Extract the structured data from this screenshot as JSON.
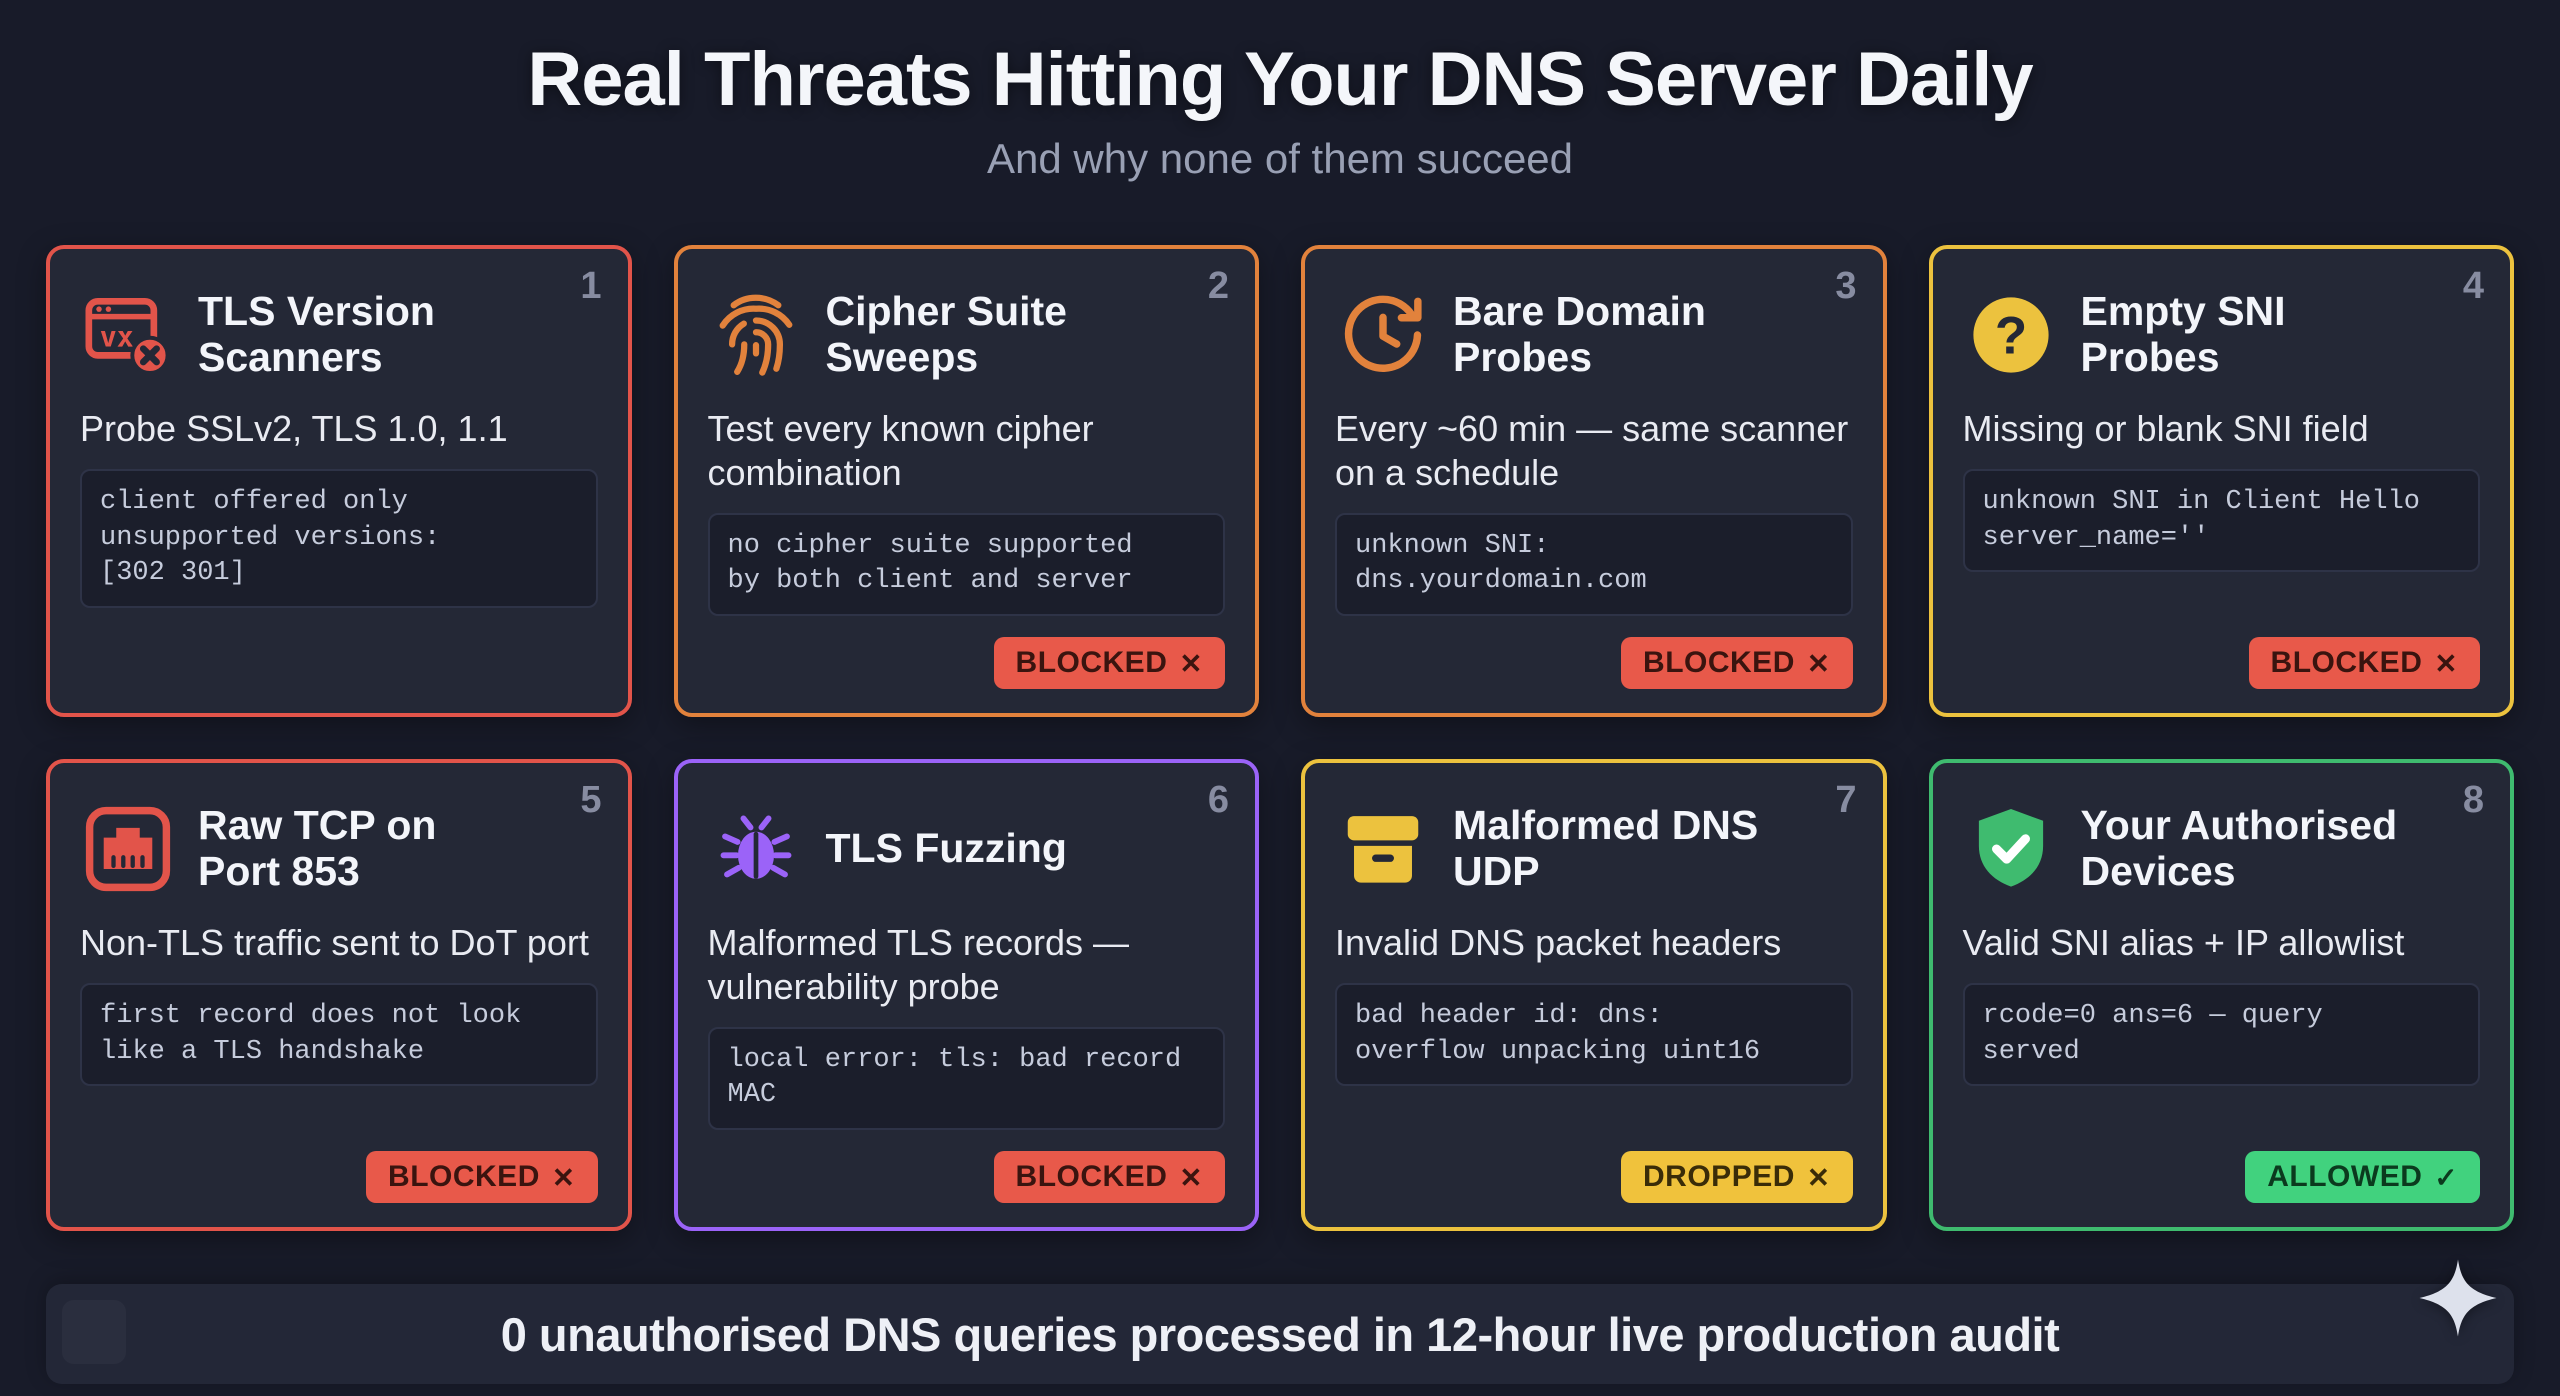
{
  "theme": {
    "background": "#181b29",
    "card_background": "#242836",
    "code_background": "#1b1e2b",
    "blocked_color": "#e8594a",
    "dropped_color": "#f0c23c",
    "allowed_color": "#41d27e"
  },
  "header": {
    "title": "Real Threats Hitting Your DNS Server Daily",
    "subtitle": "And why none of them succeed"
  },
  "cards": [
    {
      "number": "1",
      "icon": "tls-scanner-window-icon",
      "icon_text": "vx",
      "accent": "#e2544a",
      "title": "TLS Version\nScanners",
      "description": "Probe SSLv2, TLS 1.0, 1.1",
      "code": "client offered only\nunsupported versions:\n[302 301]"
    },
    {
      "number": "2",
      "icon": "fingerprint-icon",
      "accent": "#e2823c",
      "title": "Cipher Suite\nSweeps",
      "description": "Test every known cipher combination",
      "code": "no cipher suite supported\nby both client and server",
      "badge": {
        "label": "BLOCKED",
        "glyph": "✕",
        "bg": "#e8594a",
        "fg": "#3a140f"
      }
    },
    {
      "number": "3",
      "icon": "clock-history-icon",
      "accent": "#e2823c",
      "title": "Bare Domain\nProbes",
      "description": "Every ~60 min — same scanner on a schedule",
      "code": "unknown SNI:\ndns.yourdomain.com",
      "badge": {
        "label": "BLOCKED",
        "glyph": "✕",
        "bg": "#e8594a",
        "fg": "#3a140f"
      }
    },
    {
      "number": "4",
      "icon": "question-mark-icon",
      "icon_text": "?",
      "accent": "#ecc23e",
      "title": "Empty SNI\nProbes",
      "description": "Missing or blank SNI field",
      "code": "unknown SNI in Client Hello\nserver_name=''",
      "badge": {
        "label": "BLOCKED",
        "glyph": "✕",
        "bg": "#e8594a",
        "fg": "#3a140f"
      }
    },
    {
      "number": "5",
      "icon": "ethernet-port-icon",
      "accent": "#e2544a",
      "title": "Raw TCP on\nPort 853",
      "description": "Non-TLS traffic sent to DoT port",
      "code": "first record does not look\nlike a TLS handshake",
      "badge": {
        "label": "BLOCKED",
        "glyph": "✕",
        "bg": "#e8594a",
        "fg": "#3a140f"
      }
    },
    {
      "number": "6",
      "icon": "bug-icon",
      "accent": "#9b63f8",
      "title": "TLS Fuzzing",
      "description": "Malformed TLS records — vulnerability probe",
      "code": "local error: tls: bad record\nMAC",
      "badge": {
        "label": "BLOCKED",
        "glyph": "✕",
        "bg": "#e8594a",
        "fg": "#3a140f"
      }
    },
    {
      "number": "7",
      "icon": "archive-box-icon",
      "accent": "#ecc23e",
      "title": "Malformed DNS\nUDP",
      "description": "Invalid DNS packet headers",
      "code": "bad header id: dns:\noverflow unpacking uint16",
      "badge": {
        "label": "DROPPED",
        "glyph": "✕",
        "bg": "#f0c23c",
        "fg": "#3a2c08"
      }
    },
    {
      "number": "8",
      "icon": "shield-check-icon",
      "accent": "#3fbb6f",
      "title": "Your Authorised\nDevices",
      "description": "Valid SNI alias + IP allowlist",
      "code": "rcode=0 ans=6 — query\nserved",
      "badge": {
        "label": "ALLOWED",
        "glyph": "✓",
        "bg": "#41d27e",
        "fg": "#0b3a1e"
      }
    }
  ],
  "footer": {
    "text": "0 unauthorised DNS queries processed in 12-hour live production audit",
    "sparkle_icon": "sparkle-icon"
  }
}
